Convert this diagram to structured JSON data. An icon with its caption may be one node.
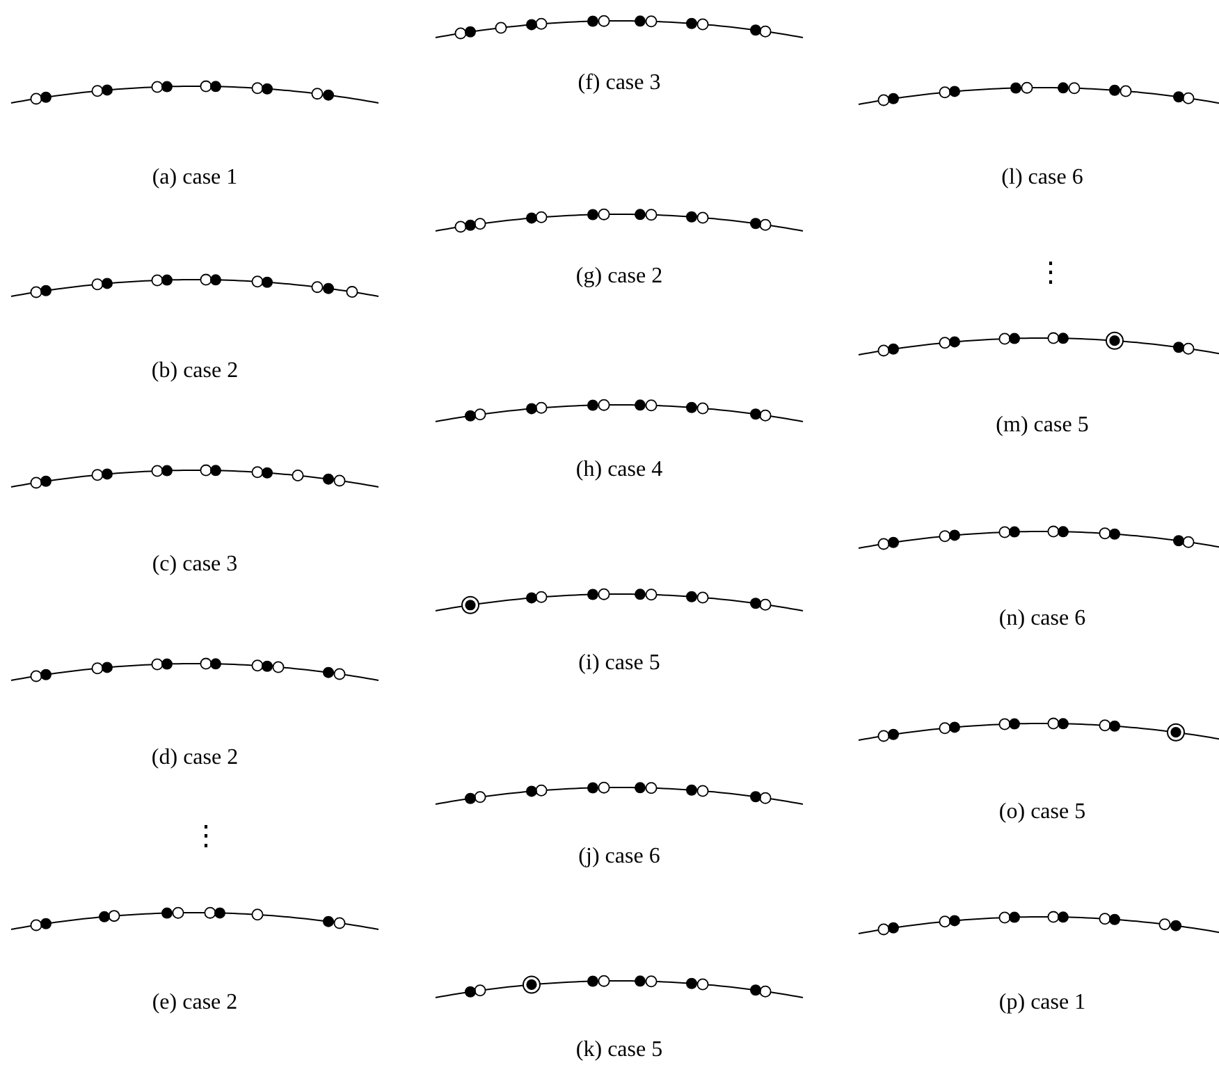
{
  "diagram": {
    "labels": [
      "(a) case 1",
      "(b) case 2",
      "(c) case 3",
      "(d) case 2",
      "⋮",
      "(e) case 2",
      "(f) case 3",
      "(g) case 2",
      "(h) case 4",
      "(i) case 5",
      "(j) case 6",
      "(k) case 5",
      "(l) case 6",
      "⋮",
      "(m) case 5",
      "(n) case 6",
      "(o) case 5",
      "(p) case 1"
    ]
  }
}
